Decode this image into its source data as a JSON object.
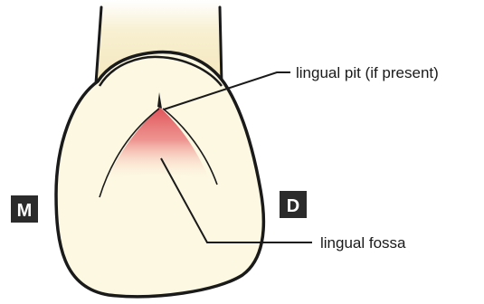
{
  "labels": {
    "lingual_pit": "lingual pit (if present)",
    "lingual_fossa": "lingual fossa",
    "mesial": "M",
    "distal": "D"
  },
  "colors": {
    "crown_fill": "#fdf8e2",
    "root_fill": "#f6ecc6",
    "fossa_accent": "#dd4950",
    "outline": "#1a1a1a",
    "badge_fill": "#2b2b2b"
  }
}
